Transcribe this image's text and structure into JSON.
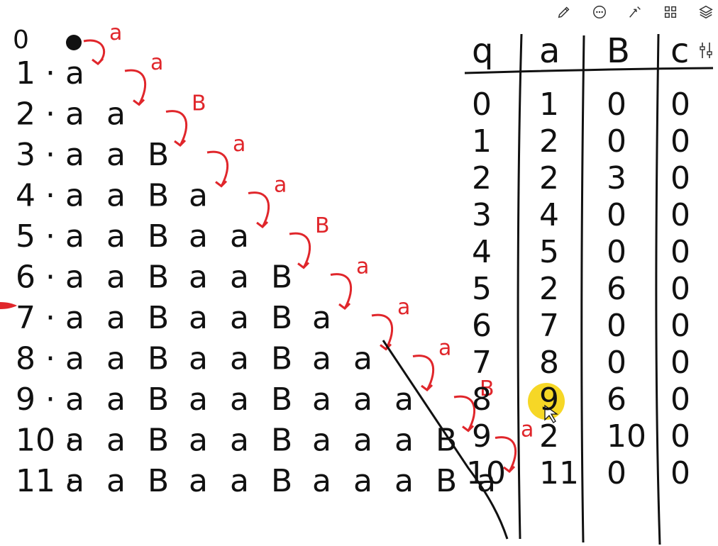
{
  "toolbar": {
    "icons": [
      "pen-icon",
      "more-icon",
      "pointer-icon",
      "grid-icon",
      "layers-icon"
    ]
  },
  "start": {
    "label": "0"
  },
  "derivation_rows": [
    {
      "label": "1",
      "symbols": [
        "a"
      ]
    },
    {
      "label": "2",
      "symbols": [
        "a",
        "a"
      ]
    },
    {
      "label": "3",
      "symbols": [
        "a",
        "a",
        "B"
      ]
    },
    {
      "label": "4",
      "symbols": [
        "a",
        "a",
        "B",
        "a"
      ]
    },
    {
      "label": "5",
      "symbols": [
        "a",
        "a",
        "B",
        "a",
        "a"
      ]
    },
    {
      "label": "6",
      "symbols": [
        "a",
        "a",
        "B",
        "a",
        "a",
        "B"
      ]
    },
    {
      "label": "7",
      "symbols": [
        "a",
        "a",
        "B",
        "a",
        "a",
        "B",
        "a"
      ]
    },
    {
      "label": "8",
      "symbols": [
        "a",
        "a",
        "B",
        "a",
        "a",
        "B",
        "a",
        "a"
      ]
    },
    {
      "label": "9",
      "symbols": [
        "a",
        "a",
        "B",
        "a",
        "a",
        "B",
        "a",
        "a",
        "a"
      ]
    },
    {
      "label": "10",
      "symbols": [
        "a",
        "a",
        "B",
        "a",
        "a",
        "B",
        "a",
        "a",
        "a",
        "B"
      ]
    },
    {
      "label": "11",
      "symbols": [
        "a",
        "a",
        "B",
        "a",
        "a",
        "B",
        "a",
        "a",
        "a",
        "B",
        "a"
      ]
    }
  ],
  "transitions": [
    "a",
    "a",
    "B",
    "a",
    "a",
    "B",
    "a",
    "a",
    "a",
    "B",
    "a"
  ],
  "table": {
    "headers": [
      "q",
      "a",
      "B",
      "c"
    ],
    "rows": [
      [
        "0",
        "1",
        "0",
        "0"
      ],
      [
        "1",
        "2",
        "0",
        "0"
      ],
      [
        "2",
        "2",
        "3",
        "0"
      ],
      [
        "3",
        "4",
        "0",
        "0"
      ],
      [
        "4",
        "5",
        "0",
        "0"
      ],
      [
        "5",
        "2",
        "6",
        "0"
      ],
      [
        "6",
        "7",
        "0",
        "0"
      ],
      [
        "7",
        "8",
        "0",
        "0"
      ],
      [
        "8",
        "9",
        "6",
        "0"
      ],
      [
        "9",
        "2",
        "10",
        "0"
      ],
      [
        "10",
        "11",
        "0",
        "0"
      ]
    ]
  },
  "highlight": {
    "row": 8,
    "col": 1,
    "color": "#f5d000"
  },
  "colors": {
    "ink": "#111111",
    "annotation": "#e0262b"
  }
}
